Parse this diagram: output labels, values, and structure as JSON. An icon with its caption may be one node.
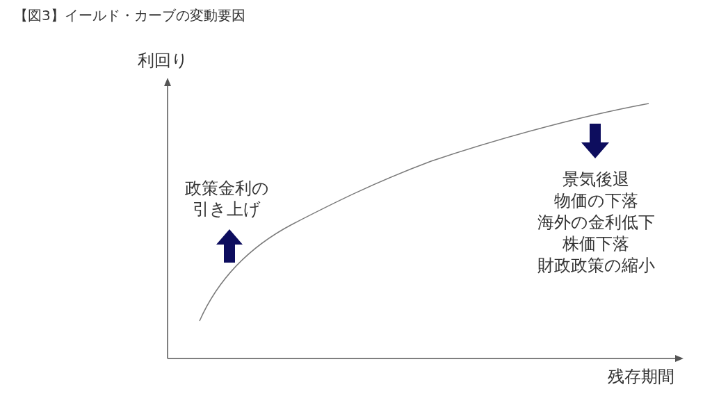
{
  "diagram": {
    "title": "【図3】イールド・カーブの変動要因",
    "labels": [
      "利回り",
      "政策金利の引き上げ",
      "景気後退",
      "物価の下落",
      "海外の金利低下",
      "株価下落",
      "財政政策の縮小",
      "残存期間"
    ]
  }
}
